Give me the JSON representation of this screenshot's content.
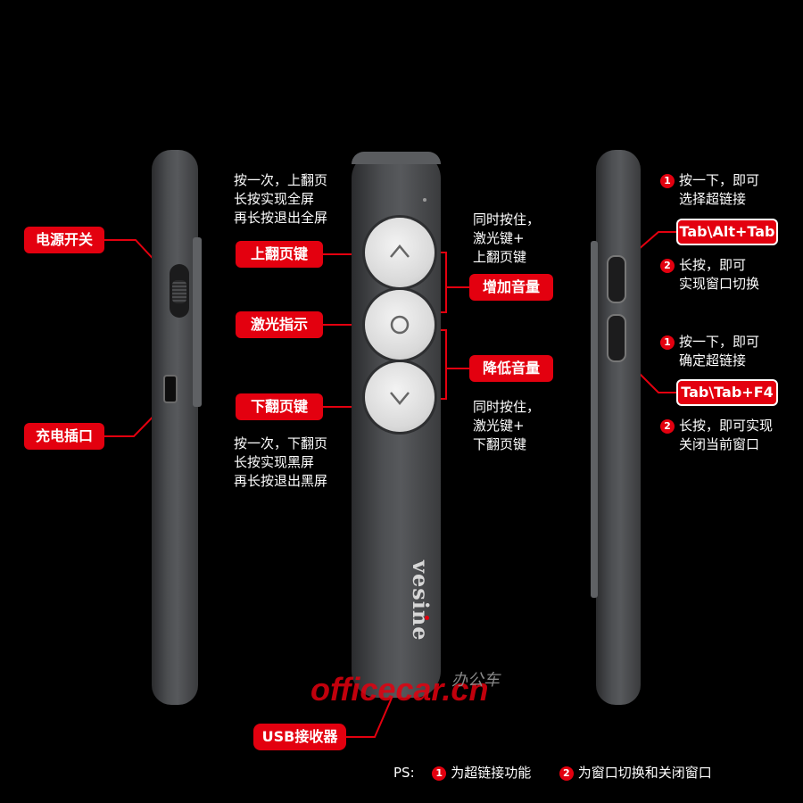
{
  "colors": {
    "accent_red": "#e3000f",
    "background": "#000000",
    "device": "#4d4f52",
    "button": "#e0e0e0"
  },
  "left_device": {
    "power_switch_label": "电源开关",
    "charge_port_label": "充电插口"
  },
  "center_device": {
    "page_up_label": "上翻页键",
    "laser_label": "激光指示",
    "page_down_label": "下翻页键",
    "usb_label": "USB接收器",
    "brand_text": "vesine",
    "page_up_desc": [
      "按一次，上翻页",
      "长按实现全屏",
      "再长按退出全屏"
    ],
    "page_down_desc": [
      "按一次，下翻页",
      "长按实现黑屏",
      "再长按退出黑屏"
    ],
    "vol_up_desc": [
      "同时按住，",
      "激光键+",
      "上翻页键"
    ],
    "vol_down_desc": [
      "同时按住，",
      "激光键+",
      "下翻页键"
    ],
    "vol_up_label": "增加音量",
    "vol_down_label": "降低音量",
    "buttons": {
      "up_icon": "chevron-up-icon",
      "laser_icon": "circle-icon",
      "down_icon": "chevron-down-icon"
    }
  },
  "right_device": {
    "top_key": {
      "combo_label": "Tab\\Alt+Tab",
      "step1_num": "1",
      "step1_text": [
        "按一下，即可",
        "选择超链接"
      ],
      "step2_num": "2",
      "step2_text": [
        "长按，即可",
        "实现窗口切换"
      ]
    },
    "bottom_key": {
      "combo_label": "Tab\\Tab+F4",
      "step1_num": "1",
      "step1_text": [
        "按一下，即可",
        "确定超链接"
      ],
      "step2_num": "2",
      "step2_text": [
        "长按，即可实现",
        "关闭当前窗口"
      ]
    }
  },
  "footer": {
    "prefix": "PS:",
    "note1_num": "1",
    "note1_text": "为超链接功能",
    "note2_num": "2",
    "note2_text": "为窗口切换和关闭窗口"
  },
  "watermark": {
    "text": "officecar.cn",
    "cn_text": "办公车"
  }
}
